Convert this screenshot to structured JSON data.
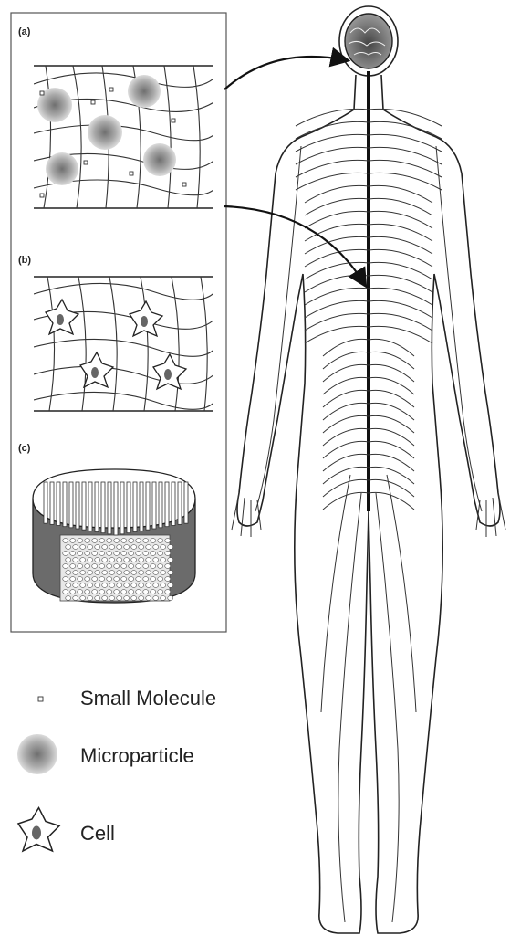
{
  "panels": [
    {
      "id": "a",
      "label": "(a)"
    },
    {
      "id": "b",
      "label": "(b)"
    },
    {
      "id": "c",
      "label": "(c)"
    }
  ],
  "legend": [
    {
      "icon": "small-molecule-icon",
      "label": "Small Molecule"
    },
    {
      "icon": "microparticle-icon",
      "label": "Microparticle"
    },
    {
      "icon": "cell-icon",
      "label": "Cell"
    }
  ],
  "colors": {
    "stroke": "#222222",
    "particle": "#7a7a7a",
    "scaffold_wall": "#6b6b6b"
  }
}
